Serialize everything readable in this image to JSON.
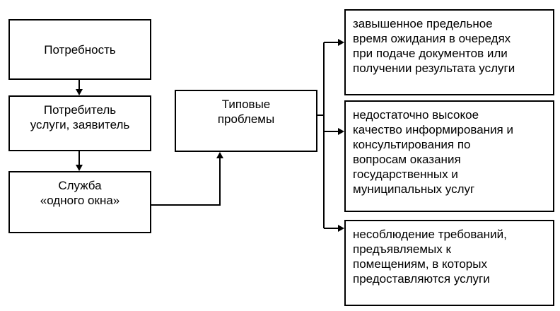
{
  "diagram": {
    "need": {
      "lines": [
        "Потребность"
      ]
    },
    "consumer": {
      "lines": [
        "Потребитель",
        "услуги, заявитель"
      ]
    },
    "one_window": {
      "lines": [
        "Служба",
        "«одного окна»"
      ]
    },
    "typical_problems": {
      "lines": [
        "Типовые",
        "проблемы"
      ]
    },
    "problems": [
      {
        "lines": [
          "завышенное предельное",
          "время ожидания в очередях",
          "при подаче документов или",
          "получении результата услуги"
        ]
      },
      {
        "lines": [
          "недостаточно высокое",
          "качество информирования и",
          "консультирования по",
          "вопросам оказания",
          "государственных и",
          "муниципальных услуг"
        ]
      },
      {
        "lines": [
          "несоблюдение требований,",
          "предъявляемых к",
          "помещениям, в которых",
          "предоставляются услуги"
        ]
      }
    ]
  }
}
